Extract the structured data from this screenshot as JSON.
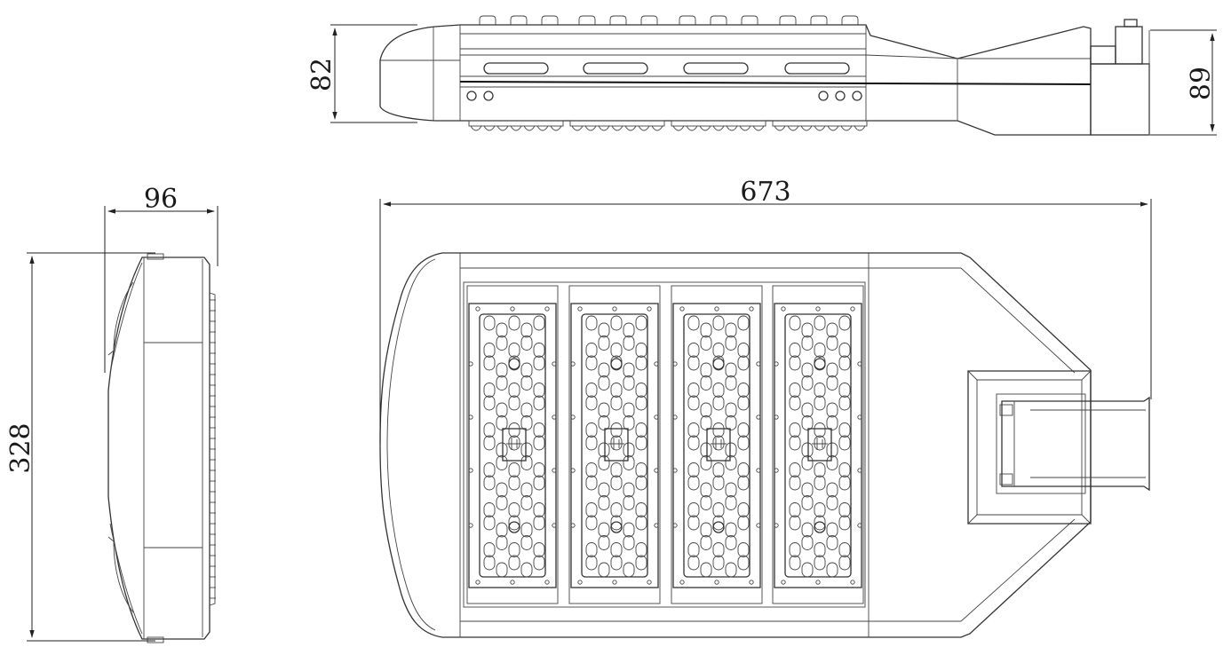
{
  "dimensions": {
    "side_height_left": "82",
    "side_height_right": "89",
    "overall_length": "673",
    "end_width": "96",
    "end_height": "328"
  },
  "modules": {
    "count": 4,
    "lens_rows": 13
  }
}
